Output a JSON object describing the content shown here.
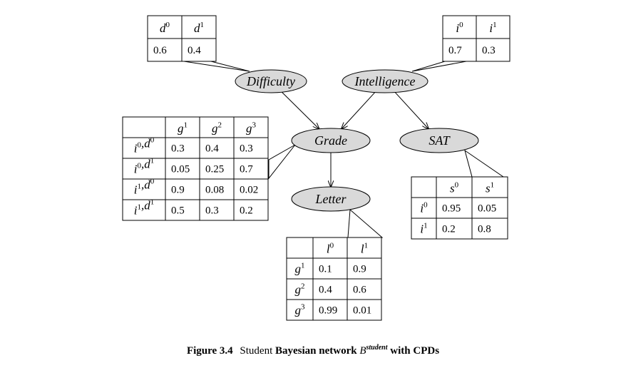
{
  "nodes": [
    {
      "id": "difficulty",
      "label": "Difficulty"
    },
    {
      "id": "intelligence",
      "label": "Intelligence"
    },
    {
      "id": "grade",
      "label": "Grade"
    },
    {
      "id": "sat",
      "label": "SAT"
    },
    {
      "id": "letter",
      "label": "Letter"
    }
  ],
  "edges": [
    {
      "from": "difficulty",
      "to": "grade"
    },
    {
      "from": "intelligence",
      "to": "grade"
    },
    {
      "from": "intelligence",
      "to": "sat"
    },
    {
      "from": "grade",
      "to": "letter"
    }
  ],
  "cpds": {
    "difficulty": {
      "columns": [
        {
          "base": "d",
          "sup": "0"
        },
        {
          "base": "d",
          "sup": "1"
        }
      ],
      "rows": [
        {
          "label": [],
          "values": [
            "0.6",
            "0.4"
          ]
        }
      ]
    },
    "intelligence": {
      "columns": [
        {
          "base": "i",
          "sup": "0"
        },
        {
          "base": "i",
          "sup": "1"
        }
      ],
      "rows": [
        {
          "label": [],
          "values": [
            "0.7",
            "0.3"
          ]
        }
      ]
    },
    "grade": {
      "columns": [
        {
          "base": "g",
          "sup": "1"
        },
        {
          "base": "g",
          "sup": "2"
        },
        {
          "base": "g",
          "sup": "3"
        }
      ],
      "rows": [
        {
          "label": [
            {
              "base": "i",
              "sup": "0"
            },
            {
              "base": "d",
              "sup": "0"
            }
          ],
          "values": [
            "0.3",
            "0.4",
            "0.3"
          ]
        },
        {
          "label": [
            {
              "base": "i",
              "sup": "0"
            },
            {
              "base": "d",
              "sup": "1"
            }
          ],
          "values": [
            "0.05",
            "0.25",
            "0.7"
          ]
        },
        {
          "label": [
            {
              "base": "i",
              "sup": "1"
            },
            {
              "base": "d",
              "sup": "0"
            }
          ],
          "values": [
            "0.9",
            "0.08",
            "0.02"
          ]
        },
        {
          "label": [
            {
              "base": "i",
              "sup": "1"
            },
            {
              "base": "d",
              "sup": "1"
            }
          ],
          "values": [
            "0.5",
            "0.3",
            "0.2"
          ]
        }
      ]
    },
    "sat": {
      "columns": [
        {
          "base": "s",
          "sup": "0"
        },
        {
          "base": "s",
          "sup": "1"
        }
      ],
      "rows": [
        {
          "label": [
            {
              "base": "i",
              "sup": "0"
            }
          ],
          "values": [
            "0.95",
            "0.05"
          ]
        },
        {
          "label": [
            {
              "base": "i",
              "sup": "1"
            }
          ],
          "values": [
            "0.2",
            "0.8"
          ]
        }
      ]
    },
    "letter": {
      "columns": [
        {
          "base": "l",
          "sup": "0"
        },
        {
          "base": "l",
          "sup": "1"
        }
      ],
      "rows": [
        {
          "label": [
            {
              "base": "g",
              "sup": "1"
            }
          ],
          "values": [
            "0.1",
            "0.9"
          ]
        },
        {
          "label": [
            {
              "base": "g",
              "sup": "2"
            }
          ],
          "values": [
            "0.4",
            "0.6"
          ]
        },
        {
          "label": [
            {
              "base": "g",
              "sup": "3"
            }
          ],
          "values": [
            "0.99",
            "0.01"
          ]
        }
      ]
    }
  },
  "caption": {
    "figure_number": "Figure 3.4",
    "prefix": "Student",
    "bold_text": "Bayesian network",
    "symbol": "B",
    "symbol_superscript": "student",
    "suffix": "with CPDs"
  },
  "colors": {
    "node_fill": "#d9d9d9",
    "stroke": "#000000",
    "background": "#ffffff"
  }
}
